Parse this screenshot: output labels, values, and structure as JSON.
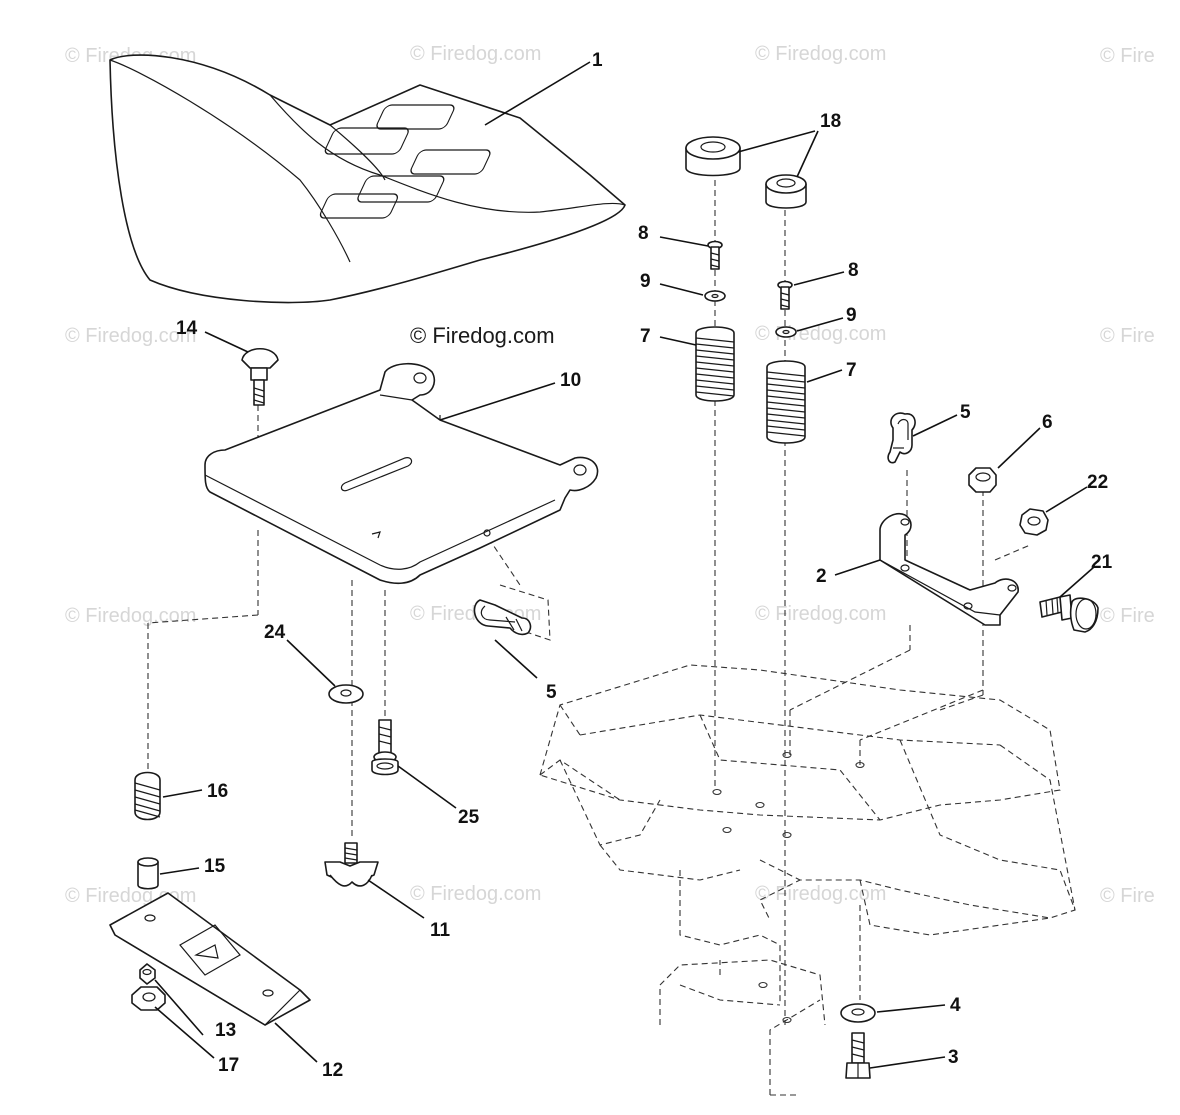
{
  "copyright": "© Firedog.com",
  "watermark_text": "© Firedog.com",
  "watermark_partial": "© Fire",
  "colors": {
    "line": "#1a1a1a",
    "watermark": "#d6d6d6",
    "background": "#ffffff"
  },
  "callouts": [
    {
      "id": "c1",
      "label": "1",
      "part": "seat"
    },
    {
      "id": "c10",
      "label": "10",
      "part": "seat-pan"
    },
    {
      "id": "c14",
      "label": "14",
      "part": "carriage-bolt"
    },
    {
      "id": "c5a",
      "label": "5",
      "part": "clip"
    },
    {
      "id": "c24",
      "label": "24",
      "part": "washer"
    },
    {
      "id": "c25",
      "label": "25",
      "part": "shoulder-bolt"
    },
    {
      "id": "c16",
      "label": "16",
      "part": "spring"
    },
    {
      "id": "c15",
      "label": "15",
      "part": "spacer"
    },
    {
      "id": "c11",
      "label": "11",
      "part": "knob"
    },
    {
      "id": "c13",
      "label": "13",
      "part": "nut"
    },
    {
      "id": "c17",
      "label": "17",
      "part": "lock-nut"
    },
    {
      "id": "c12",
      "label": "12",
      "part": "slide-plate"
    },
    {
      "id": "c18",
      "label": "18",
      "part": "bumper"
    },
    {
      "id": "c8a",
      "label": "8",
      "part": "screw"
    },
    {
      "id": "c8b",
      "label": "8",
      "part": "screw"
    },
    {
      "id": "c9a",
      "label": "9",
      "part": "washer"
    },
    {
      "id": "c9b",
      "label": "9",
      "part": "washer"
    },
    {
      "id": "c7a",
      "label": "7",
      "part": "spring"
    },
    {
      "id": "c7b",
      "label": "7",
      "part": "spring"
    },
    {
      "id": "c5b",
      "label": "5",
      "part": "clip"
    },
    {
      "id": "c6",
      "label": "6",
      "part": "nut"
    },
    {
      "id": "c22",
      "label": "22",
      "part": "nut"
    },
    {
      "id": "c2",
      "label": "2",
      "part": "bracket"
    },
    {
      "id": "c21",
      "label": "21",
      "part": "bolt"
    },
    {
      "id": "c4",
      "label": "4",
      "part": "washer"
    },
    {
      "id": "c3",
      "label": "3",
      "part": "bolt"
    }
  ]
}
